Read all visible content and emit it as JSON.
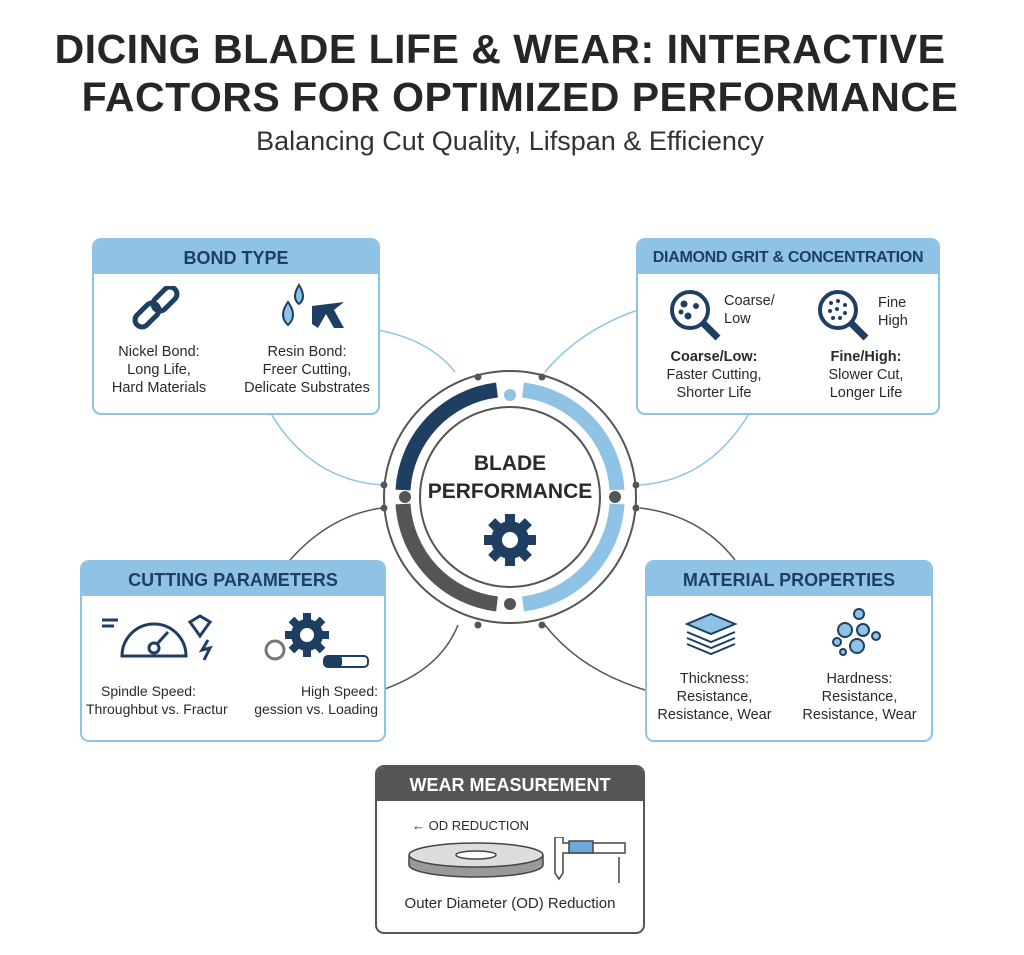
{
  "title": {
    "line1": "DICING BLADE LIFE & WEAR: INTERACTIVE",
    "line2": "FACTORS FOR OPTIMIZED PERFORMANCE",
    "subtitle": "Balancing Cut Quality, Lifspan & Efficiency"
  },
  "center": {
    "line1": "BLADE",
    "line2": "PERFORMANCE",
    "icon": "gear-icon"
  },
  "bond": {
    "title": "BOND TYPE",
    "nickel": [
      "Nickel Bond:",
      "Long Life,",
      "Hard Materials"
    ],
    "resin": [
      "Resin Bond:",
      "Freer Cutting,",
      "Delicate Substrates"
    ]
  },
  "diamond": {
    "title": "DIAMOND GRIT & CONCENTRATION",
    "coarse_icon": [
      "Coarse/",
      "Low"
    ],
    "fine_icon": [
      "Fine",
      "High"
    ],
    "coarse": [
      "Coarse/Low:",
      "Faster Cutting,",
      "Shorter Life"
    ],
    "fine": [
      "Fine/High:",
      "Slower Cut,",
      "Longer Life"
    ]
  },
  "cutting": {
    "title": "CUTTING PARAMETERS",
    "left": [
      "Spindle Speed:",
      "Throughbut vs. Fractur"
    ],
    "right": [
      "High Speed:",
      "gession vs. Loading"
    ]
  },
  "material": {
    "title": "MATERIAL PROPERTIES",
    "thickness": [
      "Thickness:",
      "Resistance,",
      "Resistance, Wear"
    ],
    "hardness": [
      "Hardness:",
      "Resistance,",
      "Resistance, Wear"
    ]
  },
  "wear": {
    "title": "WEAR MEASUREMENT",
    "arrow_label": "← OD REDUCTION",
    "caption": "Outer Diameter (OD) Reduction"
  },
  "colors": {
    "accent": "#8fc3e6",
    "navy": "#1f3f62",
    "gray": "#555555"
  }
}
